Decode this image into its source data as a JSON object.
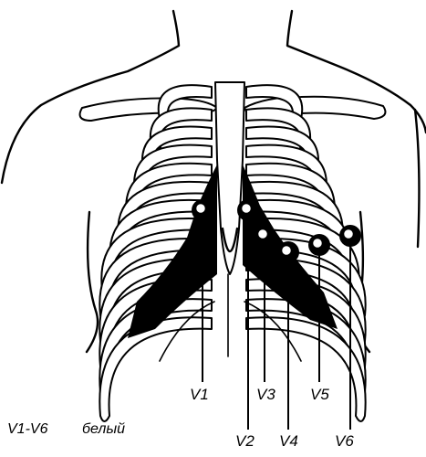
{
  "diagram": {
    "leads": [
      "V1",
      "V2",
      "V3",
      "V4",
      "V5",
      "V6"
    ],
    "legend": {
      "range": "V1-V6",
      "color_word": "белый"
    },
    "colors": {
      "ink": "#000000",
      "background": "#ffffff"
    }
  }
}
